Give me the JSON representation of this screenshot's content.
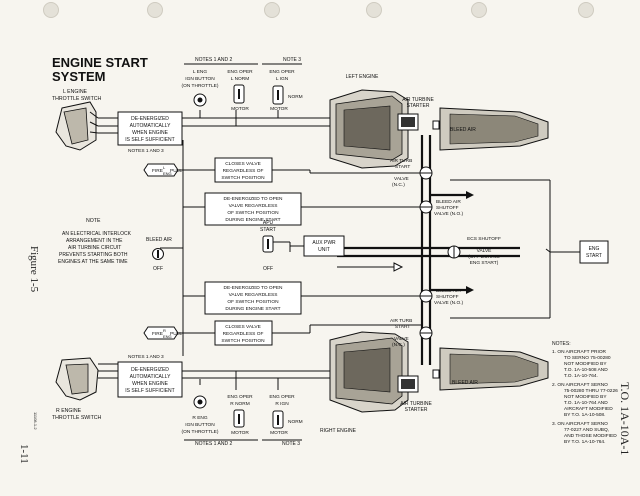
{
  "title": {
    "line1": "ENGINE START",
    "line2": "SYSTEM"
  },
  "figure_label": "Figure 1-5",
  "page_number": "1-11",
  "doc_id": "T.O. 1A-10A-1",
  "small_code": "11108-1-2",
  "left_labels": {
    "l_throttle": [
      "L ENGINE",
      "THROTTLE SWITCH"
    ],
    "r_throttle": [
      "R ENGINE",
      "THROTTLE SWITCH"
    ],
    "note": "NOTE",
    "interlock": [
      "AN ELECTRICAL INTERLOCK",
      "ARRANGEMENT IN THE",
      "AIR TURBINE CIRCUIT",
      "PREVENTS STARTING BOTH",
      "ENGINES AT THE SAME TIME"
    ]
  },
  "boxes": {
    "deenergized_top": [
      "DE-ENERGIZED",
      "AUTOMATICALLY",
      "WHEN ENGINE",
      "IS SELF SUFFICIENT"
    ],
    "deenergized_bot": [
      "DE-ENERGIZED",
      "AUTOMATICALLY",
      "WHEN ENGINE",
      "IS SELF SUFFICIENT"
    ],
    "closes_valve_top": [
      "CLOSES VALVE",
      "REGARDLESS OF",
      "SWITCH POSITION"
    ],
    "closes_valve_bot": [
      "CLOSES VALVE",
      "REGARDLESS OF",
      "SWITCH POSITION"
    ],
    "deenergized_open_top": [
      "DE-ENERGIZED TO OPEN",
      "VALVE REGARDLESS",
      "OF SWITCH POSITION",
      "DURING ENGINE START"
    ],
    "deenergized_open_bot": [
      "DE-ENERGIZED TO OPEN",
      "VALVE REGARDLESS",
      "OF SWITCH POSITION",
      "DURING ENGINE START"
    ],
    "aux_pwr": [
      "AUX PWR",
      "UNIT"
    ],
    "eng_start": [
      "ENG",
      "START"
    ]
  },
  "controls": {
    "notes_1_2_top": "NOTES 1 AND 2",
    "note_3_top": "NOTE 3",
    "notes_1_3_top": "NOTES 1 AND 3",
    "notes_1_3_bot": "NOTES 1 AND 3",
    "notes_1_2_bot": "NOTES 1 AND 2",
    "note_3_bot": "NOTE 3",
    "l_eng_ign": [
      "L ENG",
      "IGN BUTTON",
      "(ON THROTTLE)"
    ],
    "eng_oper_l": [
      "ENG OPER",
      "L NORM"
    ],
    "eng_oper_l_ign": [
      "ENG OPER",
      "L IGN"
    ],
    "norm": "NORM",
    "motor": "MOTOR",
    "r_eng_ign": [
      "R ENG",
      "IGN BUTTON",
      "(ON THROTTLE)"
    ],
    "eng_oper_r": [
      "ENG OPER",
      "R NORM"
    ],
    "eng_oper_r_ign": [
      "ENG OPER",
      "R IGN"
    ],
    "fire_handle": [
      "FIRE",
      "L",
      "ENG",
      "PULL"
    ],
    "fire_handle_r": [
      "FIRE",
      "R",
      "ENG",
      "PULL"
    ],
    "bleed_air": "BLEED AIR",
    "off": "OFF",
    "apu_start": [
      "APU",
      "START"
    ]
  },
  "engine": {
    "left_engine": "LEFT ENGINE",
    "right_engine": "RIGHT ENGINE",
    "air_turbine_starter": [
      "AIR TURBINE",
      "STARTER"
    ],
    "bleed_air": "BLEED AIR",
    "air_turb_start_valve": [
      "AIR TURB",
      "START",
      "VALVE",
      "(N.C.)"
    ],
    "bleed_shutoff_valve": [
      "BLEED AIR",
      "SHUTOFF",
      "VALVE (N.O.)"
    ],
    "ecs_shutoff": [
      "ECS SHUTOFF",
      "VALVE",
      "(OFF DURING",
      "ENG START)"
    ]
  },
  "notes": {
    "heading": "NOTES:",
    "items": [
      [
        "1.  ON AIRCRAFT PRIOR",
        "TO SERNO 75-00280",
        "NOT MODIFIED BY",
        "T.O. 1A-10-508 AND",
        "T.O. 1A-10-764."
      ],
      [
        "2.  ON AIRCRAFT SERNO",
        "75-00280 THRU 77-0226",
        "NOT MODIFIED BY",
        "T.O. 1A-10-764 AND",
        "AIRCRAFT MODIFIED",
        "BY T.O. 1A-10-508."
      ],
      [
        "3.  ON AIRCRAFT SERNO",
        "77-0227 AND SUBQ,",
        "AND THOSE MODIFIED",
        "BY T.O. 1A-10-764."
      ]
    ]
  }
}
